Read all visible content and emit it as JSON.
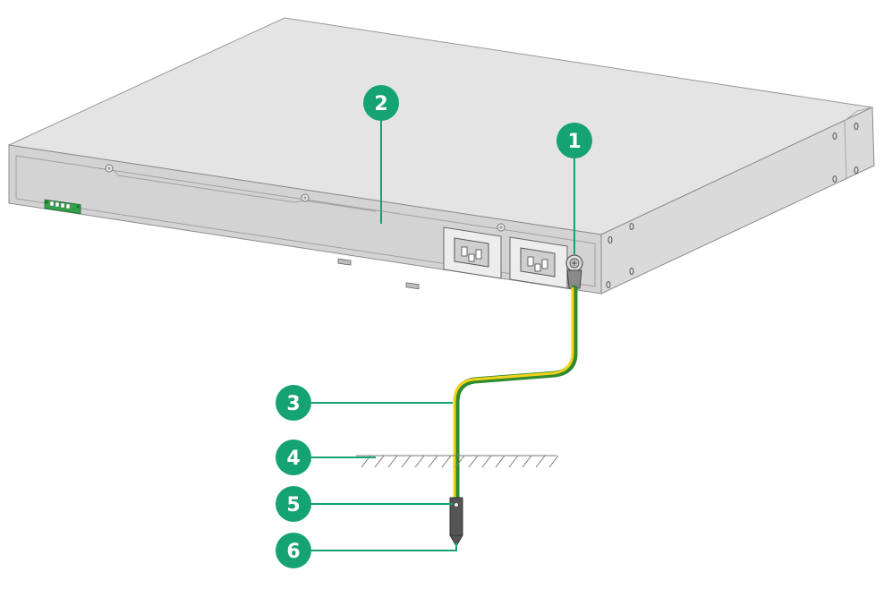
{
  "colors": {
    "callout": "#15a374",
    "leader": "#15a374",
    "chassis_top": "#e2e2e2",
    "chassis_panel": "#d0d0d0",
    "cable_green": "#3a9a3a",
    "cable_yellow": "#f2d21b",
    "ground_rod": "#555555"
  },
  "callouts": [
    {
      "number": "1"
    },
    {
      "number": "2"
    },
    {
      "number": "3"
    },
    {
      "number": "4"
    },
    {
      "number": "5"
    },
    {
      "number": "6"
    }
  ],
  "icons": [
    "grounding-screw-icon",
    "ac-power-inlet-icon",
    "terminal-block-icon"
  ]
}
